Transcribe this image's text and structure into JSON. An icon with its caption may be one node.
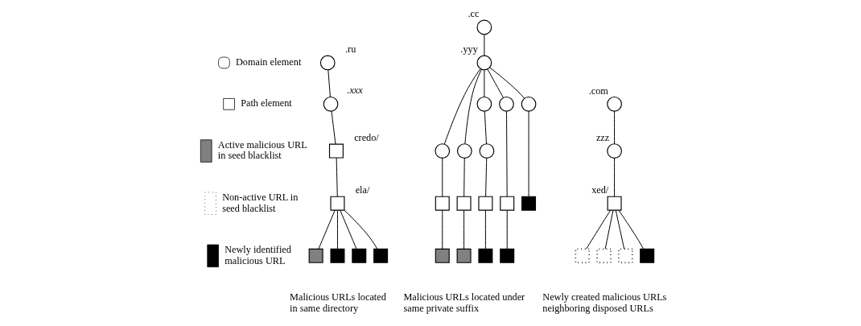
{
  "diagram": {
    "nodes": [
      {
        "text": [],
        "shape": "circle",
        "beside": [
          ".ru"
        ]
      },
      {
        "text": [],
        "shape": "circle",
        "beside": [
          ".xxx"
        ]
      },
      {
        "text": [],
        "shape": "box",
        "beside": [
          "credo/"
        ]
      },
      {
        "text": [],
        "shape": "box",
        "beside": [
          "ela/"
        ]
      },
      {
        "text": [],
        "shape": "box"
      },
      {
        "text": [],
        "shape": "box"
      },
      {
        "text": [],
        "shape": "box"
      },
      {
        "text": [],
        "shape": "box"
      },
      {
        "text": [],
        "shape": "circle",
        "beside": [
          ".cc"
        ]
      },
      {
        "text": [],
        "shape": "circle",
        "beside": [
          ".yyy"
        ]
      },
      {
        "text": [],
        "shape": "circle"
      },
      {
        "text": [],
        "shape": "circle"
      },
      {
        "text": [],
        "shape": "circle"
      },
      {
        "text": [],
        "shape": "circle"
      },
      {
        "text": [],
        "shape": "circle"
      },
      {
        "text": [],
        "shape": "circle"
      },
      {
        "text": [],
        "shape": "box"
      },
      {
        "text": [],
        "shape": "box"
      },
      {
        "text": [],
        "shape": "box"
      },
      {
        "text": [],
        "shape": "box"
      },
      {
        "text": [],
        "shape": "box"
      },
      {
        "text": [],
        "shape": "box"
      },
      {
        "text": [],
        "shape": "box"
      },
      {
        "text": [],
        "shape": "box"
      },
      {
        "text": [],
        "shape": "box"
      },
      {
        "text": [],
        "shape": "circle",
        "beside": [
          ".com"
        ]
      },
      {
        "text": [],
        "shape": "circle",
        "beside": [
          "zzz"
        ]
      },
      {
        "text": [],
        "shape": "box",
        "beside": [
          "xed/"
        ]
      },
      {
        "text": [],
        "shape": "box"
      },
      {
        "text": [],
        "shape": "box"
      },
      {
        "text": [],
        "shape": "box"
      },
      {
        "text": [],
        "shape": "box"
      }
    ],
    "edges": [
      {
        "from": 0,
        "to": 1,
        "arrow": "none"
      },
      {
        "from": 1,
        "to": 2,
        "arrow": "none"
      },
      {
        "from": 2,
        "to": 3,
        "arrow": "none"
      },
      {
        "from": 3,
        "to": 4,
        "arrow": "none"
      },
      {
        "from": 3,
        "to": 5,
        "arrow": "none"
      },
      {
        "from": 3,
        "to": 6,
        "arrow": "none"
      },
      {
        "from": 3,
        "to": 7,
        "arrow": "none"
      },
      {
        "from": 8,
        "to": 9,
        "arrow": "none"
      },
      {
        "from": 9,
        "to": 10,
        "arrow": "none"
      },
      {
        "from": 9,
        "to": 11,
        "arrow": "none"
      },
      {
        "from": 9,
        "to": 12,
        "arrow": "none"
      },
      {
        "from": 9,
        "to": 13,
        "arrow": "none"
      },
      {
        "from": 9,
        "to": 14,
        "arrow": "none"
      },
      {
        "from": 12,
        "to": 15,
        "arrow": "none"
      },
      {
        "from": 10,
        "to": 16,
        "arrow": "none"
      },
      {
        "from": 11,
        "to": 17,
        "arrow": "none"
      },
      {
        "from": 15,
        "to": 18,
        "arrow": "none"
      },
      {
        "from": 13,
        "to": 19,
        "arrow": "none"
      },
      {
        "from": 14,
        "to": 20,
        "arrow": "none"
      },
      {
        "from": 16,
        "to": 21,
        "arrow": "none"
      },
      {
        "from": 17,
        "to": 22,
        "arrow": "none"
      },
      {
        "from": 18,
        "to": 23,
        "arrow": "none"
      },
      {
        "from": 19,
        "to": 24,
        "arrow": "none"
      },
      {
        "from": 25,
        "to": 26,
        "arrow": "none"
      },
      {
        "from": 26,
        "to": 27,
        "arrow": "none"
      },
      {
        "from": 27,
        "to": 28,
        "arrow": "none"
      },
      {
        "from": 27,
        "to": 29,
        "arrow": "none"
      },
      {
        "from": 27,
        "to": 30,
        "arrow": "none"
      },
      {
        "from": 27,
        "to": 31,
        "arrow": "none"
      }
    ],
    "labels": [
      "Malicious URLs located in same directory",
      "Malicious URLs located under same private suffix",
      "Newly created malicious URLs neighboring disposed URLs"
    ],
    "legend": [
      {
        "text": "Domain element"
      },
      {
        "text": "Path element"
      },
      {
        "text": "Active malicious URL in seed blacklist",
        "color": "#808080"
      },
      {
        "text": "Non-active URL in seed blacklist"
      },
      {
        "text": "Newly identified malicious URL",
        "color": "#000000"
      }
    ]
  }
}
